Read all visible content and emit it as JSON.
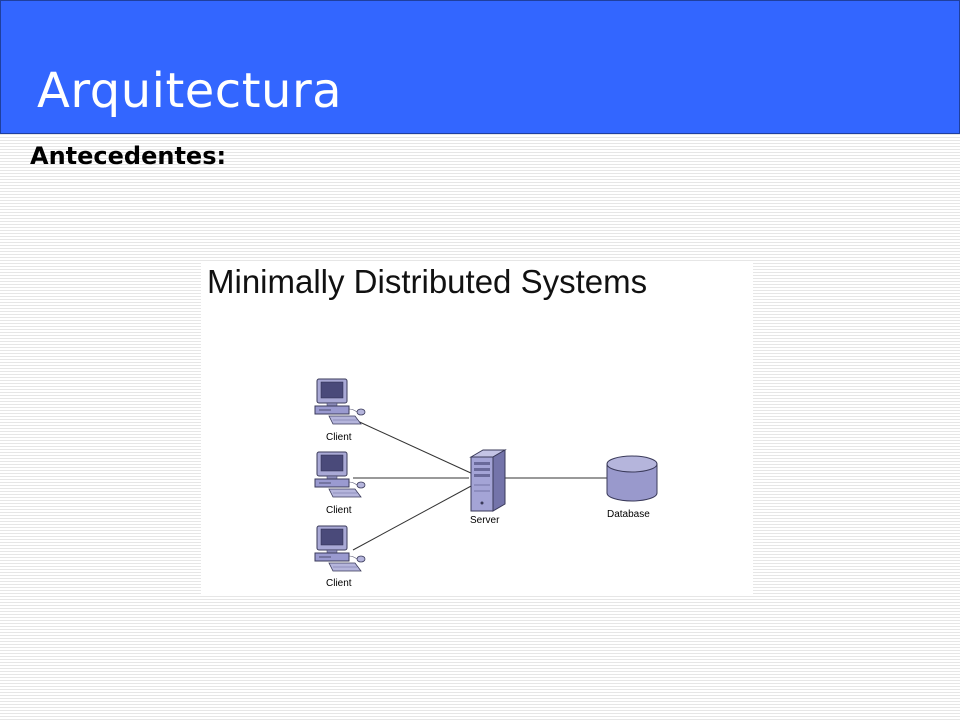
{
  "slide": {
    "title": "Arquitectura",
    "subheading": "Antecedentes:"
  },
  "diagram": {
    "title": "Minimally Distributed Systems",
    "nodes": [
      {
        "id": "client-1",
        "label": "Client",
        "icon": "desktop-computer-icon"
      },
      {
        "id": "client-2",
        "label": "Client",
        "icon": "desktop-computer-icon"
      },
      {
        "id": "client-3",
        "label": "Client",
        "icon": "desktop-computer-icon"
      },
      {
        "id": "server",
        "label": "Server",
        "icon": "server-tower-icon"
      },
      {
        "id": "database",
        "label": "Database",
        "icon": "database-cylinder-icon"
      }
    ],
    "edges": [
      {
        "from": "client-1",
        "to": "server"
      },
      {
        "from": "client-2",
        "to": "server"
      },
      {
        "from": "client-3",
        "to": "server"
      },
      {
        "from": "server",
        "to": "database"
      }
    ]
  },
  "colors": {
    "title_bar": "#3366ff",
    "title_text": "#ffffff",
    "icon_fill": "#9a9ad0",
    "icon_dark": "#5a5a8a",
    "database_fill": "#9999cc"
  }
}
